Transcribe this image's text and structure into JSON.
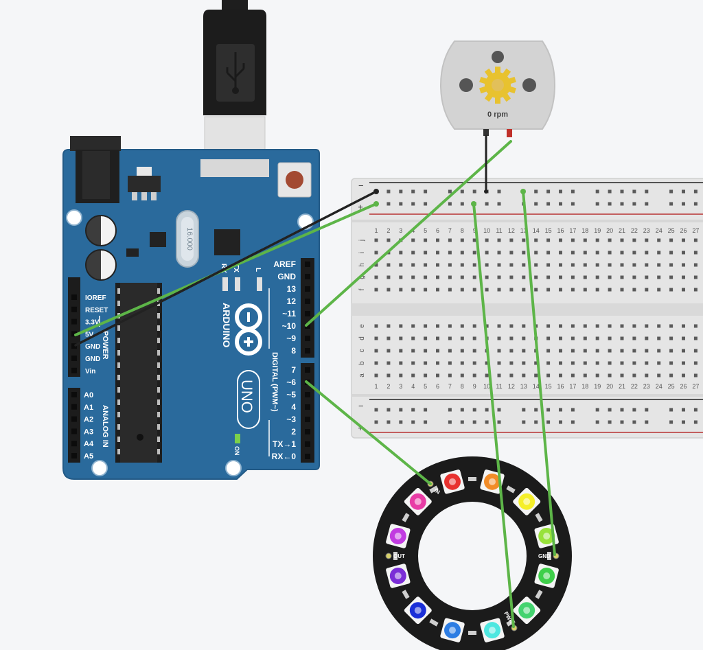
{
  "motor": {
    "speed_label": "0 rpm"
  },
  "arduino": {
    "brand": "ARDUINO",
    "model": "UNO",
    "on_label": "ON",
    "crystal_label": "16.000",
    "led_labels": [
      "RX",
      "TX",
      "L"
    ],
    "power_title": "POWER",
    "analog_title": "ANALOG IN",
    "digital_title": "DIGITAL (PWM~)",
    "power_pins": [
      "IOREF",
      "RESET",
      "3.3V",
      "5V",
      "GND",
      "GND",
      "Vin"
    ],
    "analog_pins": [
      "A0",
      "A1",
      "A2",
      "A3",
      "A4",
      "A5"
    ],
    "digital_top_pins": [
      "AREF",
      "GND",
      "13",
      "12",
      "~11",
      "~10",
      "~9",
      "8"
    ],
    "digital_bottom_pins": [
      "7",
      "~6",
      "~5",
      "4",
      "~3",
      "2",
      "TX→1",
      "RX←0"
    ]
  },
  "breadboard": {
    "column_numbers": [
      "1",
      "2",
      "3",
      "4",
      "5",
      "6",
      "7",
      "8",
      "9",
      "10",
      "11",
      "12",
      "13",
      "14",
      "15",
      "16",
      "17",
      "18",
      "19",
      "20",
      "21",
      "22",
      "23",
      "24",
      "25",
      "26",
      "27"
    ],
    "top_rows": [
      "j",
      "i",
      "h",
      "g",
      "f"
    ],
    "bottom_rows": [
      "e",
      "d",
      "c",
      "b",
      "a"
    ],
    "rail_minus": "−",
    "rail_plus": "+"
  },
  "ring": {
    "pin_labels": {
      "in": "IN",
      "out": "OUT",
      "gnd": "GND",
      "pwr": "PWR"
    },
    "led_colors": [
      "#f28c28",
      "#f5ef2a",
      "#98e23a",
      "#3fcf4a",
      "#44d36f",
      "#4ee7e0",
      "#2d7de3",
      "#1b2fd8",
      "#7b2dd6",
      "#c13be0",
      "#e83ca5",
      "#e8322f"
    ]
  },
  "colors": {
    "board": "#2a6a9c",
    "wire_green": "#5db548",
    "wire_black": "#222222",
    "header": "#1c1c1c"
  }
}
